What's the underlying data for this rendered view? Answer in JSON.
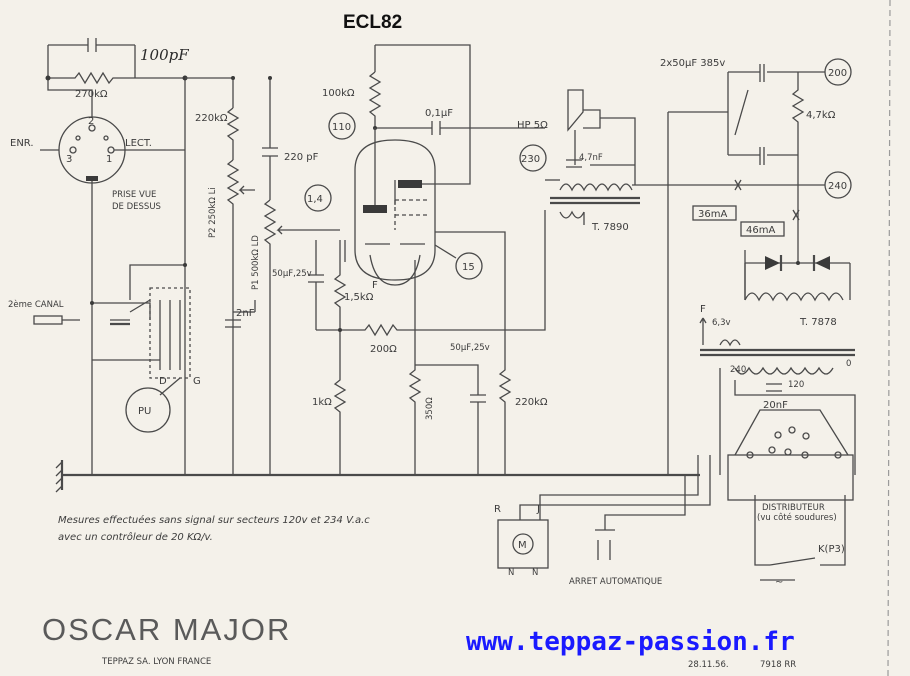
{
  "tube": "ECL82",
  "labels": {
    "c_fb": "100pF",
    "r_fb": "270kΩ",
    "enr": "ENR.",
    "lect": "LECT.",
    "pin1": "1",
    "pin2": "2",
    "pin3": "3",
    "prise1": "PRISE VUE",
    "prise2": "DE DESSUS",
    "r220k_top": "220kΩ",
    "p2": "P2 250kΩ Li",
    "p1": "P1 500kΩ LD",
    "c220p": "220 pF",
    "c2n": "2nF",
    "canal2": "2ème CANAL",
    "pu": "PU",
    "sw_d": "D",
    "sw_g": "G",
    "r100k": "100kΩ",
    "v110": "110",
    "c01u": "0,1µF",
    "v14": "1,4",
    "c50u25_a": "50µF,25v",
    "r15k": "1,5kΩ",
    "cath_f": "F",
    "v15": "15",
    "r200": "200Ω",
    "r1k": "1kΩ",
    "r350": "350Ω",
    "c50u25_b": "50µF,25v",
    "r220k_b": "220kΩ",
    "hp": "HP 5Ω",
    "v230": "230",
    "c47n": "4,7nF",
    "t7890": "T. 7890",
    "c2x50": "2x50µF 385v",
    "r47k": "4,7kΩ",
    "v200": "200",
    "v240": "240",
    "i36": "36mA",
    "i46": "46mA",
    "tr_f": "F",
    "v63": "6,3v",
    "t7878": "T. 7878",
    "tap240": "240",
    "tap120": "120",
    "tap0": "0",
    "c20n": "20nF",
    "distrib1": "DISTRIBUTEUR",
    "distrib2": "(vu côté soudures)",
    "kp": "K(P3)",
    "ac": "~",
    "mot_r": "R",
    "mot_j": "J",
    "mot_m": "M",
    "mot_n1": "N",
    "mot_n2": "N",
    "arret": "ARRET AUTOMATIQUE"
  },
  "note": {
    "line1": "Mesures effectuées sans signal sur secteurs 120v et 234 V.a.c",
    "line2": "avec un contrôleur de 20 KΩ/v."
  },
  "brand": "OSCAR MAJOR",
  "maker": "TEPPAZ SA. LYON FRANCE",
  "url": "www.teppaz-passion.fr",
  "ref_date": "28.11.56.",
  "ref_code": "7918 RR"
}
